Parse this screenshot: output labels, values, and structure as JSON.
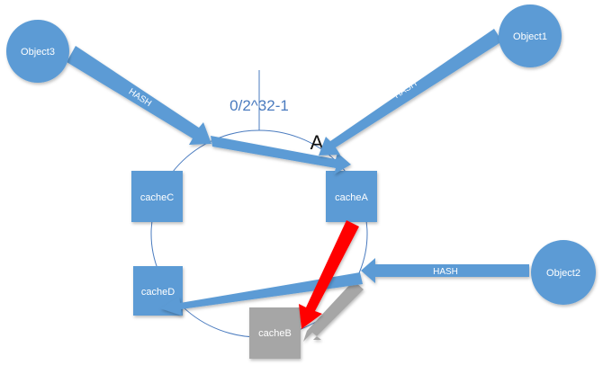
{
  "ring": {
    "label": "0/2^32-1",
    "point_label": "A"
  },
  "objects": [
    {
      "id": "object3",
      "label": "Object3"
    },
    {
      "id": "object1",
      "label": "Object1"
    },
    {
      "id": "object2",
      "label": "Object2"
    }
  ],
  "caches": [
    {
      "id": "cacheC",
      "label": "cacheC"
    },
    {
      "id": "cacheA",
      "label": "cacheA"
    },
    {
      "id": "cacheD",
      "label": "cacheD"
    },
    {
      "id": "cacheB",
      "label": "cacheB",
      "color": "#a6a6a6"
    }
  ],
  "arrows": {
    "object3_hash": "HASH",
    "object1_hash": "HASH",
    "object2_hash": "HASH"
  },
  "colors": {
    "blue": "#5b9bd5",
    "gray": "#a6a6a6",
    "red": "#ff0000",
    "ring": "#4a7bbf"
  }
}
